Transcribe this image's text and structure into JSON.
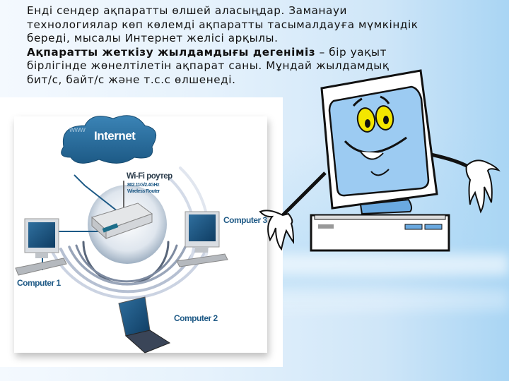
{
  "paragraphs": {
    "intro_line1": "Енді сендер ақпаратты өлшей аласыңдар. Заманауи",
    "intro_line2": "технологиялар көп көлемді ақпаратты тасымалдауға мүмкіндік",
    "intro_line3": "береді, мысалы Интернет желісі арқылы.",
    "definition_term": "Ақпаратты жеткізу жылдамдығы дегеніміз",
    "definition_rest_line1": " – бір уақыт",
    "definition_line2": "бірлігінде жөнелтілетін ақпарат саны. Мұндай жылдамдық",
    "definition_line3": "бит/с, байт/с және т.с.с өлшенеді."
  },
  "diagram": {
    "cloud_www": "www",
    "cloud_label": "Internet",
    "router_title": "Wi-Fi роутер",
    "router_spec1": "802.11G/2.4GHz",
    "router_spec2": "Wireless Router",
    "computer1": "Computer 1",
    "computer2": "Computer 2",
    "computer3": "Computer 3"
  },
  "colors": {
    "cloud": "#2a6f9e",
    "label_blue": "#1f5a86",
    "screen_blue": "#9ccbf2",
    "eye_yellow": "#f3e600"
  }
}
